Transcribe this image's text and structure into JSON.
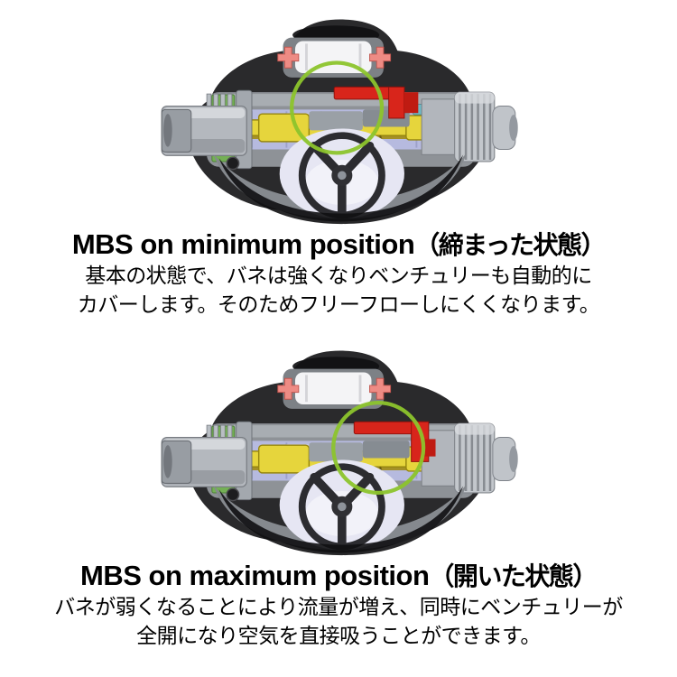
{
  "page": {
    "background": "#ffffff"
  },
  "colors": {
    "body_dark": "#2a2a2c",
    "body_darker": "#101012",
    "gray_mid": "#8e9297",
    "lavender": "#b6badf",
    "yellow": "#e6d53c",
    "yellow_dark": "#97860f",
    "green_part": "#74b055",
    "green_circle": "#8cc42c",
    "red_lever": "#d8251b",
    "pink_cross": "#ee8b84",
    "teal_part": "#6fb9c4",
    "diaphragm": "#e6e6f3",
    "purge_white": "#f4f4f6"
  },
  "figures": [
    {
      "id": "minimum",
      "title_en": "MBS on minimum position",
      "title_ja": "（締まった状態）",
      "description_line1": "基本の状態で、バネは強くなりベンチュリーも自動的に",
      "description_line2": "カバーします。そのためフリーフローしにくくなります。"
    },
    {
      "id": "maximum",
      "title_en": "MBS on maximum position",
      "title_ja": "（開いた状態）",
      "description_line1": "バネが弱くなることにより流量が増え、同時にベンチュリーが",
      "description_line2": "全開になり空気を直接吸うことができます。"
    }
  ]
}
